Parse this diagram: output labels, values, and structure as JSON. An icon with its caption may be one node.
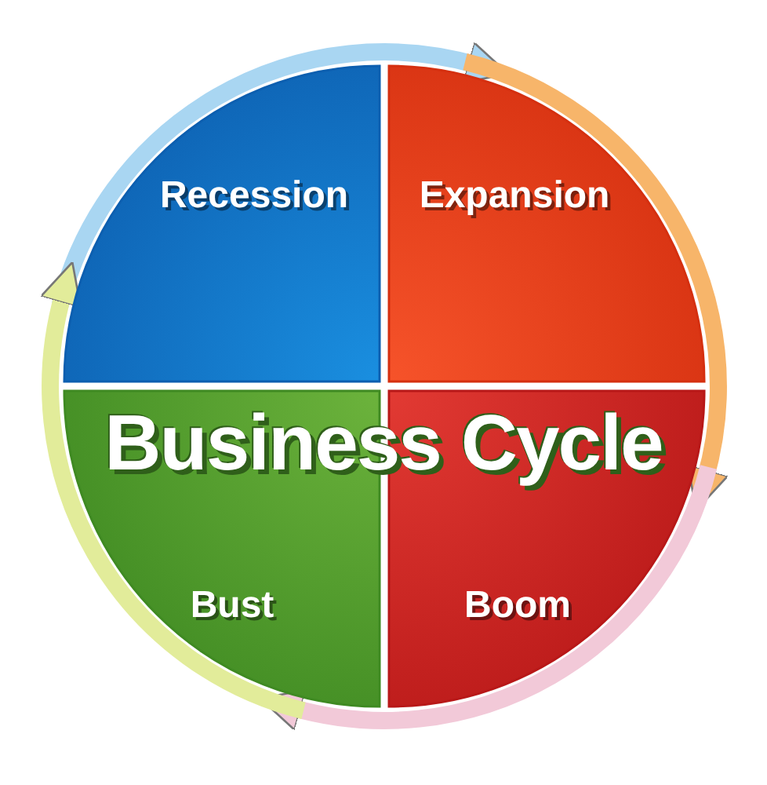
{
  "diagram": {
    "title": "Business Cycle",
    "nodes": [
      {
        "text": [
          "Recession"
        ]
      },
      {
        "text": [
          "Expansion"
        ]
      },
      {
        "text": [
          "Bust"
        ]
      },
      {
        "text": [
          "Boom"
        ]
      }
    ],
    "edges": [
      {
        "from": 0,
        "to": 1,
        "arrow": "to",
        "color": "#a9d6f2"
      },
      {
        "from": 1,
        "to": 3,
        "arrow": "to",
        "color": "#f7b56a"
      },
      {
        "from": 3,
        "to": 2,
        "arrow": "to",
        "color": "#f2c9d8"
      },
      {
        "from": 2,
        "to": 0,
        "arrow": "to",
        "color": "#e2ec9a"
      }
    ]
  }
}
